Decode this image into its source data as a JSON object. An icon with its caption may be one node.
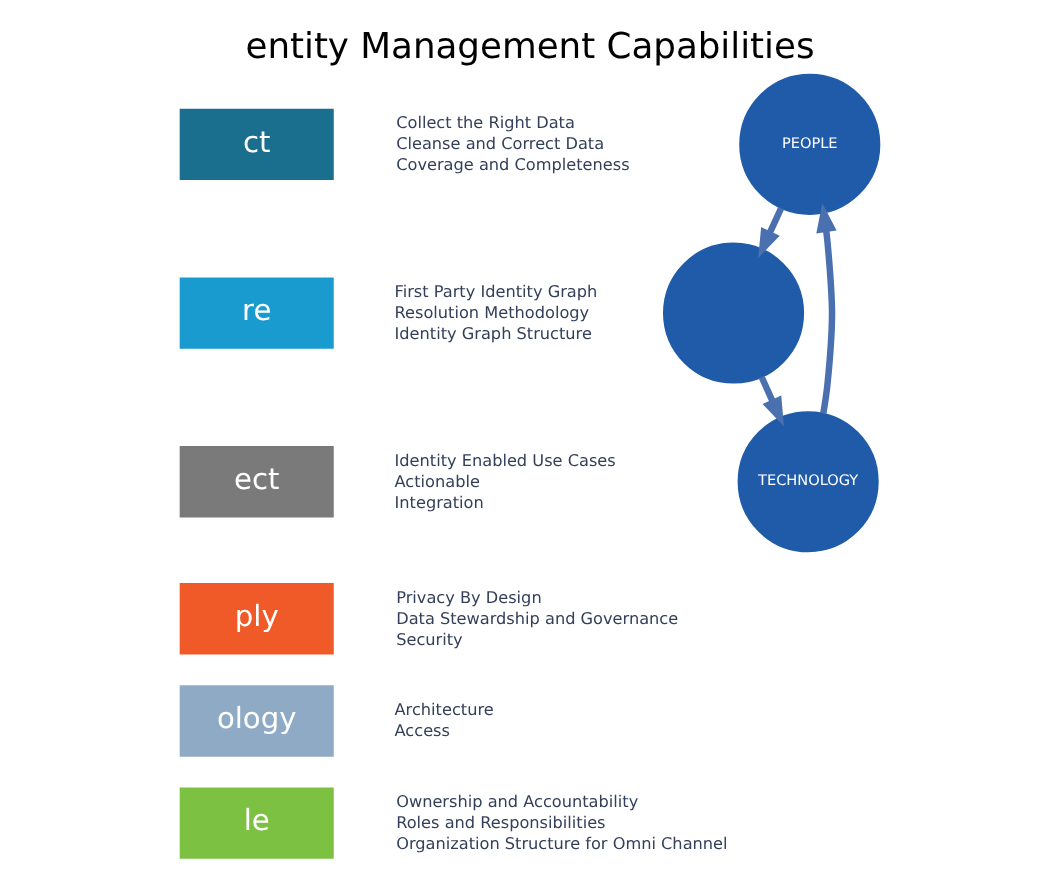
{
  "diagram": {
    "title": "entity Management Capabilities",
    "nodes": [
      {
        "text": [
          "ct"
        ],
        "beside": [
          "Collect the Right Data",
          "Cleanse and Correct Data",
          "Coverage and Completeness"
        ]
      },
      {
        "text": [
          "re"
        ],
        "beside": [
          "First Party Identity Graph",
          "Resolution Methodology",
          "Identity Graph Structure"
        ]
      },
      {
        "text": [
          "ect"
        ],
        "beside": [
          "Identity Enabled Use Cases",
          "Actionable",
          "Integration"
        ]
      },
      {
        "text": [
          "ply"
        ],
        "beside": [
          "Privacy By Design",
          "Data Stewardship and Governance",
          "Security"
        ]
      },
      {
        "text": [
          "ology"
        ],
        "beside": [
          "Architecture",
          "Access"
        ]
      },
      {
        "text": [
          "le"
        ],
        "beside": [
          "Ownership and Accountability",
          "Roles and Responsibilities",
          "Organization Structure for Omni Channel"
        ]
      },
      {
        "text": [
          "PEOPLE"
        ]
      },
      {
        "text": [
          "TECHNOLOGY"
        ]
      },
      {
        "text": [],
        "shape": "circle"
      }
    ],
    "edges": [
      {
        "from": 6,
        "to": 8,
        "arrow": "to"
      },
      {
        "from": 8,
        "to": 7,
        "arrow": "to"
      },
      {
        "from": 7,
        "to": 6,
        "arrow": "to"
      }
    ]
  }
}
